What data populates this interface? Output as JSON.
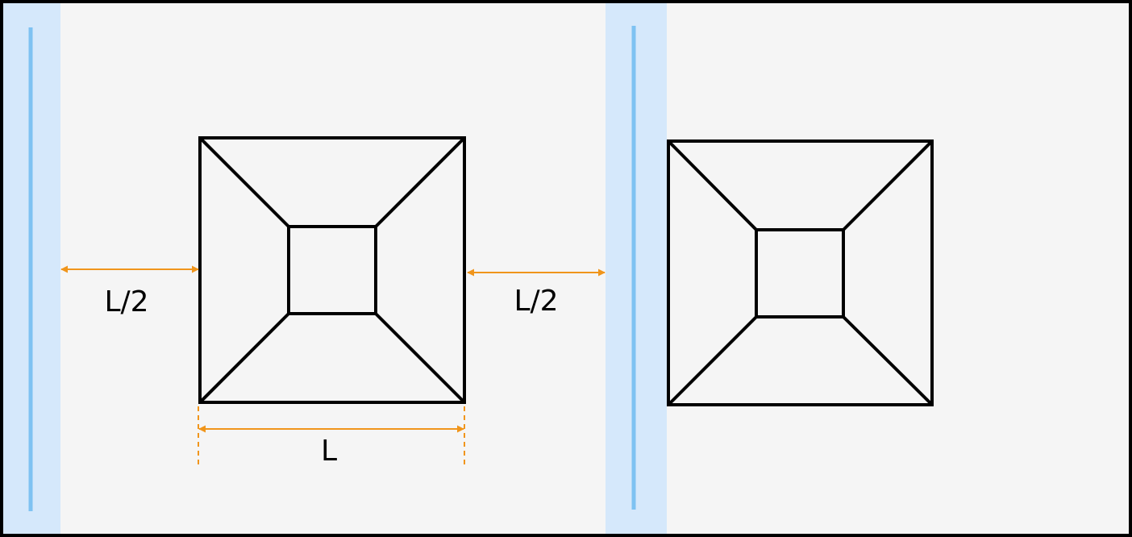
{
  "labels": {
    "gap_left": "L/2",
    "gap_right": "L/2",
    "square_width": "L"
  },
  "colors": {
    "background": "#f5f5f5",
    "frame": "#000000",
    "column_band": "#d5e8fb",
    "column_line": "#7ec2f2",
    "shape_stroke": "#000000",
    "dimension": "#f0951b"
  }
}
